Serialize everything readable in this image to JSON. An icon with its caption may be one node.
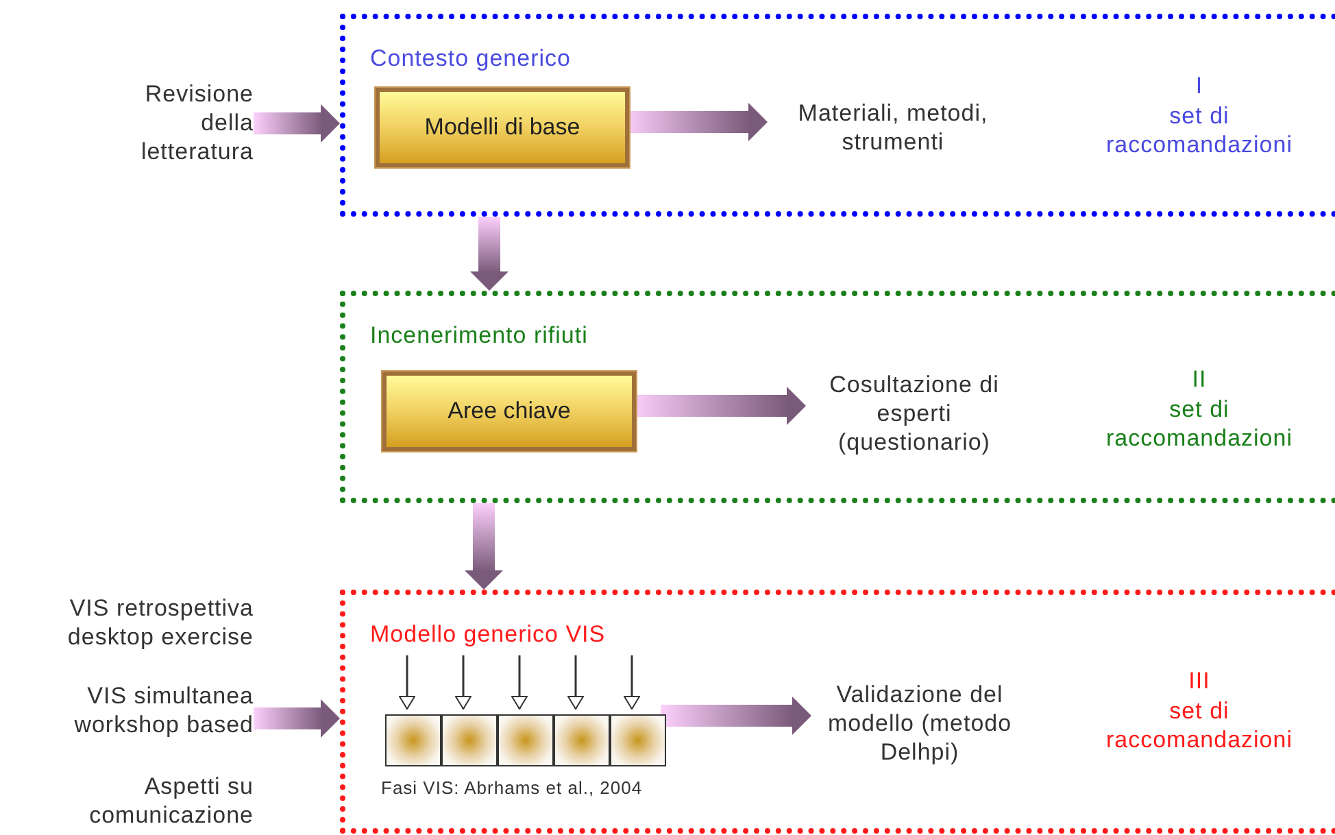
{
  "diagram": {
    "nodes": [
      {
        "text": [
          "Revisione della letteratura"
        ]
      },
      {
        "text": [
          "Contesto generico"
        ]
      },
      {
        "text": [
          "Modelli di base"
        ],
        "in": 1
      },
      {
        "text": [
          "Materiali, metodi, strumenti"
        ],
        "in": 1
      },
      {
        "text": [
          "Incenerimento rifiuti"
        ]
      },
      {
        "text": [
          "Aree chiave"
        ],
        "in": 4
      },
      {
        "text": [
          "Cosultazione di esperti (questionario)"
        ],
        "in": 4
      },
      {
        "text": [
          "VIS retrospettiva desktop exercise"
        ]
      },
      {
        "text": [
          "VIS simultanea workshop based"
        ]
      },
      {
        "text": [
          "Aspetti su comunicazione"
        ]
      },
      {
        "text": [
          "Modello generico VIS"
        ]
      },
      {
        "text": [],
        "shape": "box",
        "in": 10
      },
      {
        "text": [],
        "shape": "box",
        "in": 10
      },
      {
        "text": [],
        "shape": "box",
        "in": 10
      },
      {
        "text": [],
        "shape": "box",
        "in": 10
      },
      {
        "text": [],
        "shape": "box",
        "in": 10
      },
      {
        "text": [
          "Validazione del modello (metodo Delhpi)"
        ],
        "in": 10
      }
    ],
    "edges": [
      {
        "from": 0,
        "to": 1,
        "arrow": "to",
        "style": "thick"
      },
      {
        "from": 2,
        "to": 3,
        "arrow": "to",
        "style": "thick"
      },
      {
        "from": 1,
        "to": 4,
        "arrow": "to",
        "style": "thick"
      },
      {
        "from": 5,
        "to": 6,
        "arrow": "to",
        "style": "thick"
      },
      {
        "from": 4,
        "to": 10,
        "arrow": "to",
        "style": "thick"
      },
      {
        "from": 8,
        "to": 10,
        "arrow": "to",
        "style": "thick"
      },
      {
        "from": null,
        "to": 11,
        "arrow": "to"
      },
      {
        "from": null,
        "to": 12,
        "arrow": "to"
      },
      {
        "from": null,
        "to": 13,
        "arrow": "to"
      },
      {
        "from": null,
        "to": 14,
        "arrow": "to"
      },
      {
        "from": null,
        "to": 15,
        "arrow": "to"
      },
      {
        "from": 15,
        "to": 16,
        "arrow": "to",
        "style": "thick"
      }
    ],
    "labels": [
      "I",
      "set di raccomandazioni",
      "II",
      "set di raccomandazioni",
      "III",
      "set di raccomandazioni",
      "Fasi VIS: Abrhams et al., 2004"
    ]
  }
}
